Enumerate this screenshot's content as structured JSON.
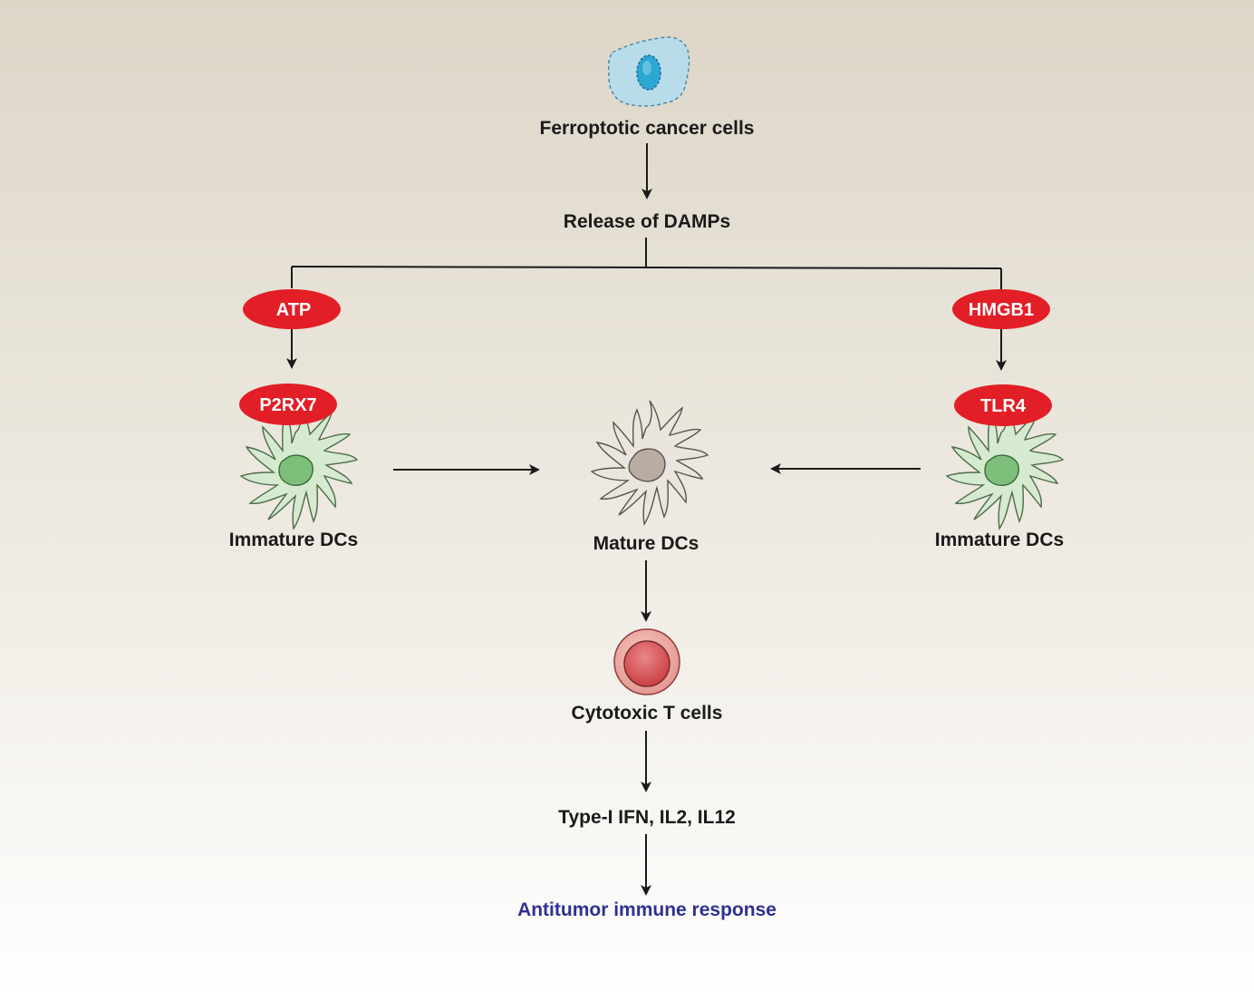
{
  "labels": {
    "ferroptotic": "Ferroptotic cancer cells",
    "release": "Release of DAMPs",
    "immature_left": "Immature DCs",
    "mature": "Mature DCs",
    "immature_right": "Immature DCs",
    "cytotoxic": "Cytotoxic T cells",
    "cytokines": "Type-I IFN, IL2, IL12",
    "response": "Antitumor immune response"
  },
  "pills": {
    "atp": "ATP",
    "p2rx7": "P2RX7",
    "hmgb1": "HMGB1",
    "tlr4": "TLR4"
  },
  "colors": {
    "background_top": "#e0d9ca",
    "background_bottom": "#ffffff",
    "pill_red": "#e21e26",
    "immature_dc_fill": "#d6ead0",
    "immature_dc_nucleus": "#7cbf7a",
    "mature_dc_fill": "#ebe5e0",
    "mature_dc_nucleus": "#b9ada3",
    "cancer_cell_fill": "#b9dcea",
    "cancer_cell_nucleus": "#2aa7d3",
    "t_cell_outer": "#f0b6b0",
    "t_cell_inner": "#d24b4e",
    "final_text": "#2e3192"
  }
}
